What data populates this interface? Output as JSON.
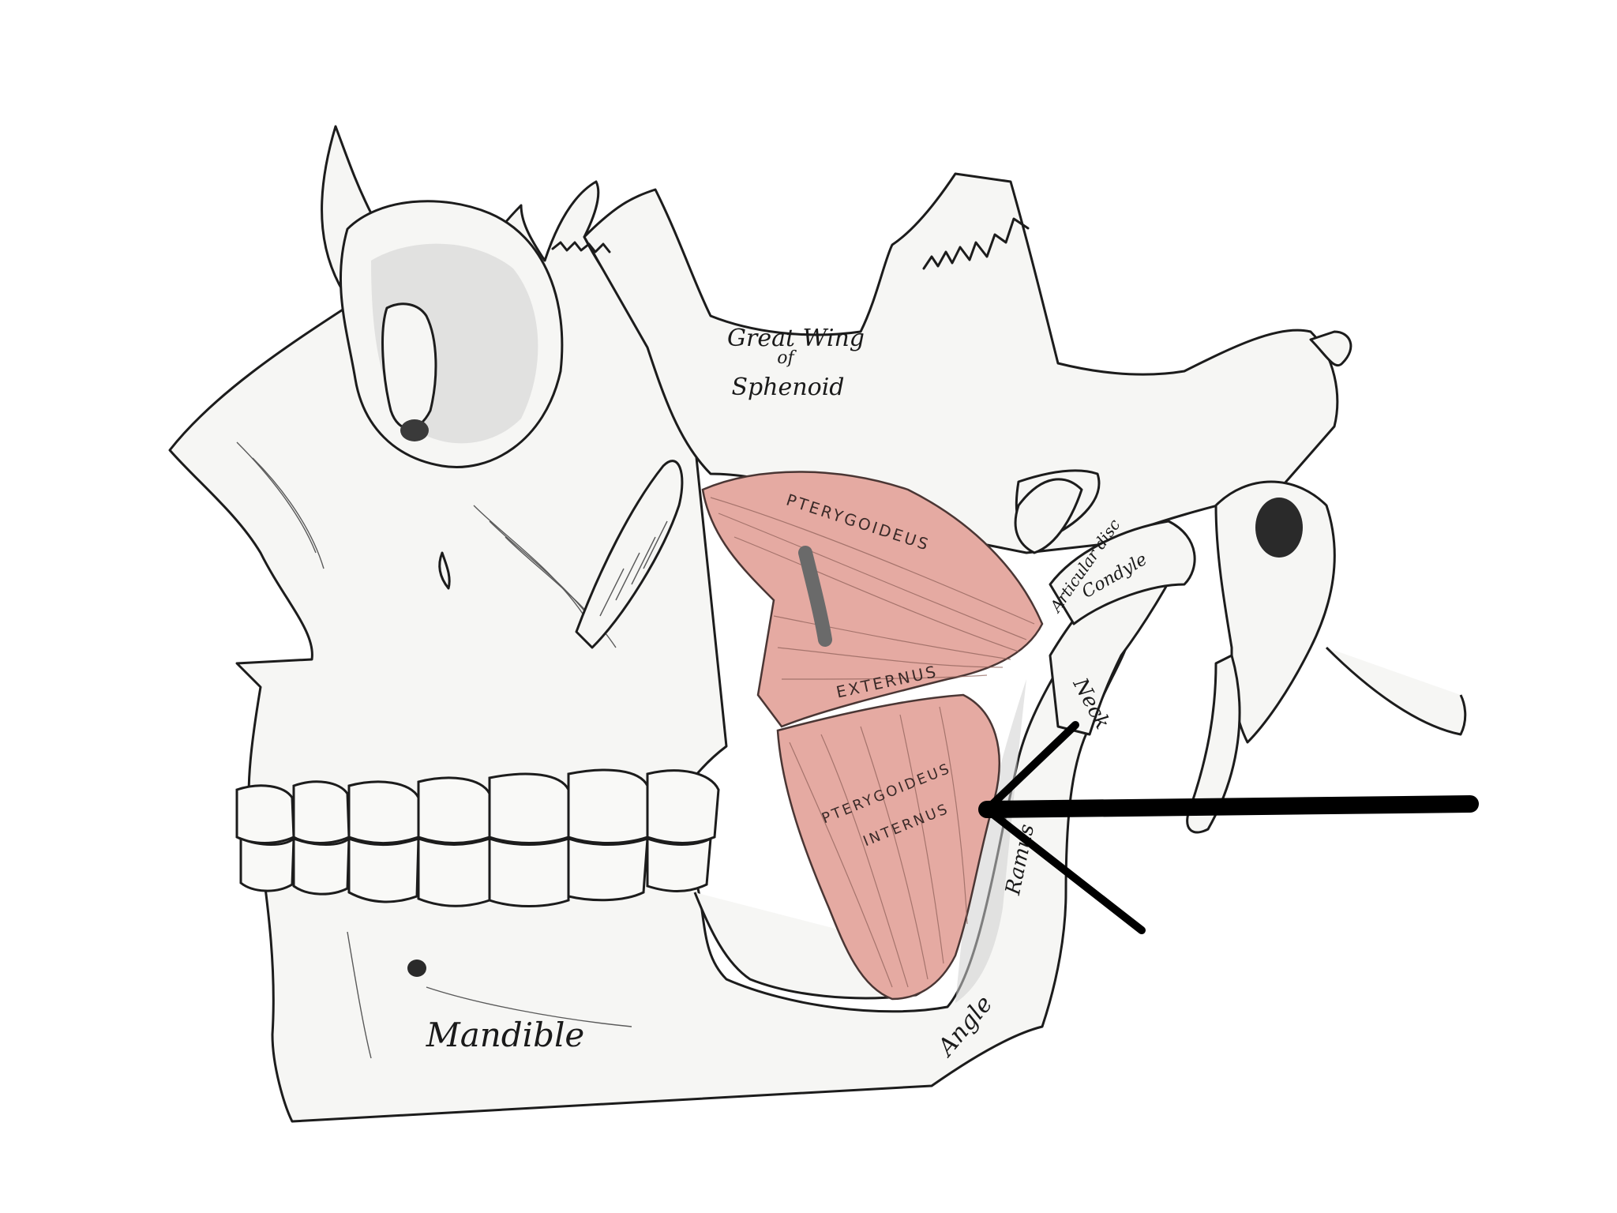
{
  "labels": {
    "great_wing": [
      "Great Wing",
      "of",
      "Sphenoid"
    ],
    "pterygoideus_externus": [
      "PTERYGOIDEUS",
      "EXTERNUS"
    ],
    "pterygoideus_internus": [
      "PTERYGOIDEUS",
      "INTERNUS"
    ],
    "articular_disc": "Articular disc",
    "condyle": "Condyle",
    "neck": "Neck",
    "ramus": "Ramus",
    "angle": "Angle",
    "mandible": "Mandible"
  },
  "colors": {
    "muscle": "#e5aaa2",
    "ink": "#1c1c1c",
    "background": "#ffffff"
  },
  "pointer": {
    "type": "arrow",
    "target": "pterygoideus internus"
  }
}
